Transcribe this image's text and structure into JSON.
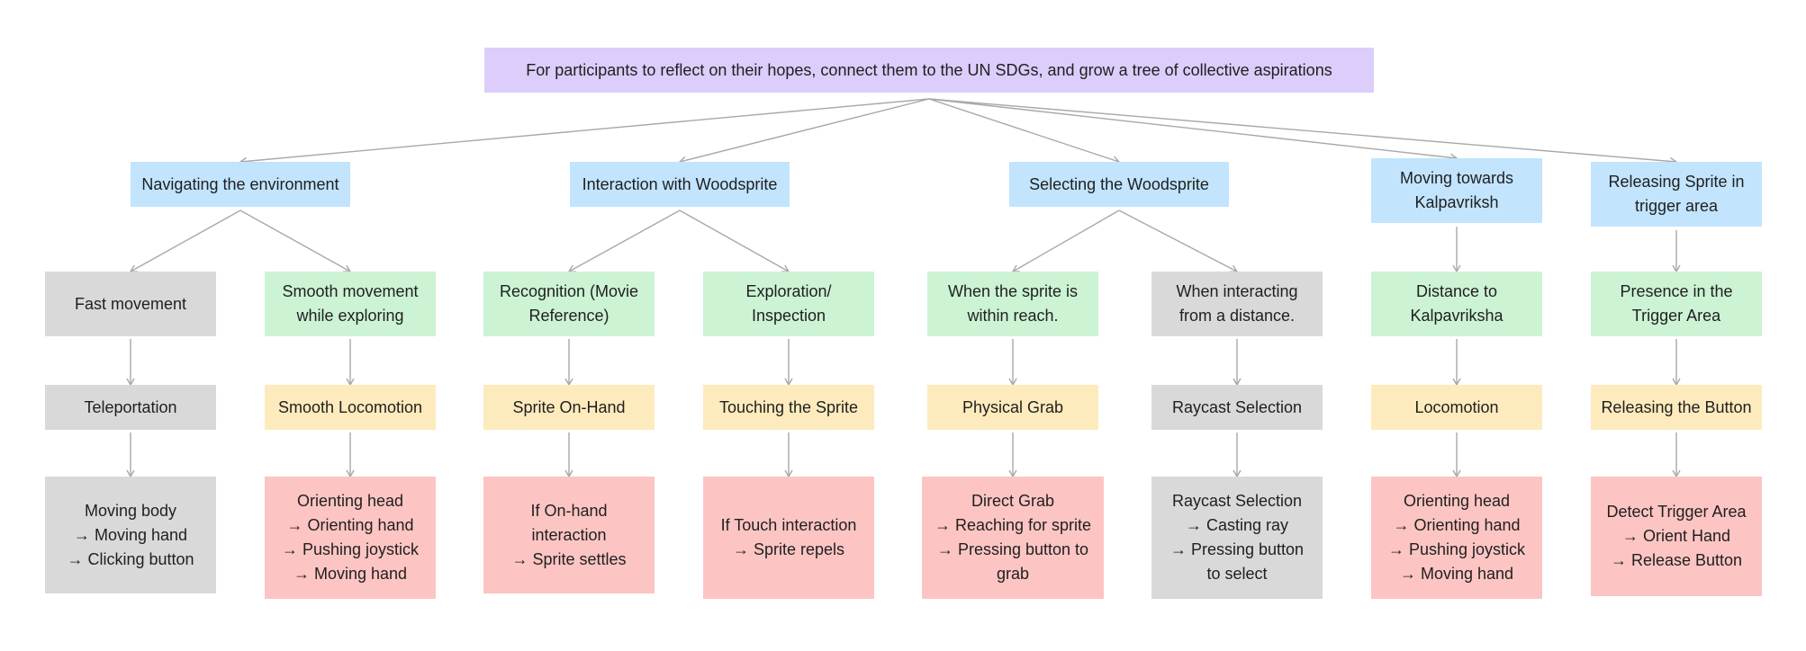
{
  "colors": {
    "goal": "#dccdfb",
    "task": "#c2e4fd",
    "grey": "#d9d9d9",
    "green": "#ccf3d4",
    "yellow": "#fdebbd",
    "red": "#fcc5c3",
    "edge": "#a8a8a8"
  },
  "goal": {
    "text": "For participants to reflect on their hopes, connect them to the UN SDGs, and grow a tree of collective aspirations"
  },
  "tasks": [
    {
      "label": "Navigating the environment",
      "branches": [
        {
          "condition": "Fast movement",
          "condition_color": "grey",
          "method": "Teleportation",
          "method_color": "grey",
          "steps": "Moving body\n→ Moving hand\n→ Clicking button",
          "steps_color": "grey"
        },
        {
          "condition": "Smooth movement\nwhile exploring",
          "condition_color": "green",
          "method": "Smooth Locomotion",
          "method_color": "yellow",
          "steps": "Orienting head\n→ Orienting hand\n→ Pushing joystick\n→ Moving hand",
          "steps_color": "red"
        }
      ]
    },
    {
      "label": "Interaction with Woodsprite",
      "branches": [
        {
          "condition": "Recognition (Movie\nReference)",
          "condition_color": "green",
          "method": "Sprite On-Hand",
          "method_color": "yellow",
          "steps": "If On-hand\ninteraction\n→ Sprite settles",
          "steps_color": "red"
        },
        {
          "condition": "Exploration/\nInspection",
          "condition_color": "green",
          "method": "Touching the Sprite",
          "method_color": "yellow",
          "steps": "If Touch interaction\n→ Sprite repels",
          "steps_color": "red"
        }
      ]
    },
    {
      "label": "Selecting the Woodsprite",
      "branches": [
        {
          "condition": "When the sprite is\nwithin reach.",
          "condition_color": "green",
          "method": "Physical Grab",
          "method_color": "yellow",
          "steps": "Direct Grab\n→ Reaching for sprite\n→ Pressing button to\ngrab",
          "steps_color": "red"
        },
        {
          "condition": "When interacting\nfrom a distance.",
          "condition_color": "grey",
          "method": "Raycast Selection",
          "method_color": "grey",
          "steps": "Raycast Selection\n→ Casting ray\n→ Pressing button\nto select",
          "steps_color": "grey"
        }
      ]
    },
    {
      "label": "Moving towards\nKalpavriksh",
      "branches": [
        {
          "condition": "Distance to\nKalpavriksha",
          "condition_color": "green",
          "method": "Locomotion",
          "method_color": "yellow",
          "steps": "Orienting head\n→ Orienting hand\n→ Pushing joystick\n→ Moving hand",
          "steps_color": "red"
        }
      ]
    },
    {
      "label": "Releasing Sprite in\ntrigger area",
      "branches": [
        {
          "condition": "Presence in the\nTrigger Area",
          "condition_color": "green",
          "method": "Releasing the Button",
          "method_color": "yellow",
          "steps": "Detect Trigger Area\n→ Orient Hand\n→ Release Button",
          "steps_color": "red"
        }
      ]
    }
  ]
}
